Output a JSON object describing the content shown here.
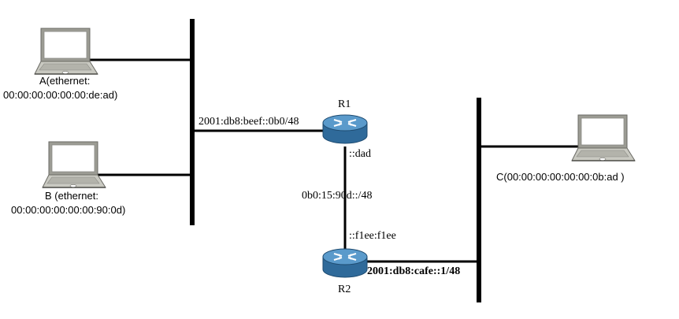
{
  "hosts": {
    "a": {
      "line1": "A(ethernet:",
      "line2": "00:00:00:00:00:00:de:ad)"
    },
    "b": {
      "line1": "B (ethernet:",
      "line2": "00:00:00:00:00:00:90:0d)"
    },
    "c": {
      "line1": "C(00:00:00:00:00:00:0b:ad )"
    }
  },
  "routers": {
    "r1": {
      "name": "R1",
      "iface": "::dad"
    },
    "r2": {
      "name": "R2",
      "iface": "::f1ee:f1ee"
    }
  },
  "links": {
    "lan_left": "2001:db8:beef::0b0/48",
    "p2p": "0b0:15:90d::/48",
    "lan_right": "2001:db8:cafe::1/48"
  },
  "icons": {
    "laptop": "laptop-icon",
    "router": "router-icon"
  },
  "colors": {
    "line": "#000000",
    "router_body": "#3a7bb0",
    "router_top": "#6aa7d3",
    "laptop_screen": "#ffffff",
    "laptop_body": "#b8b8b0"
  }
}
